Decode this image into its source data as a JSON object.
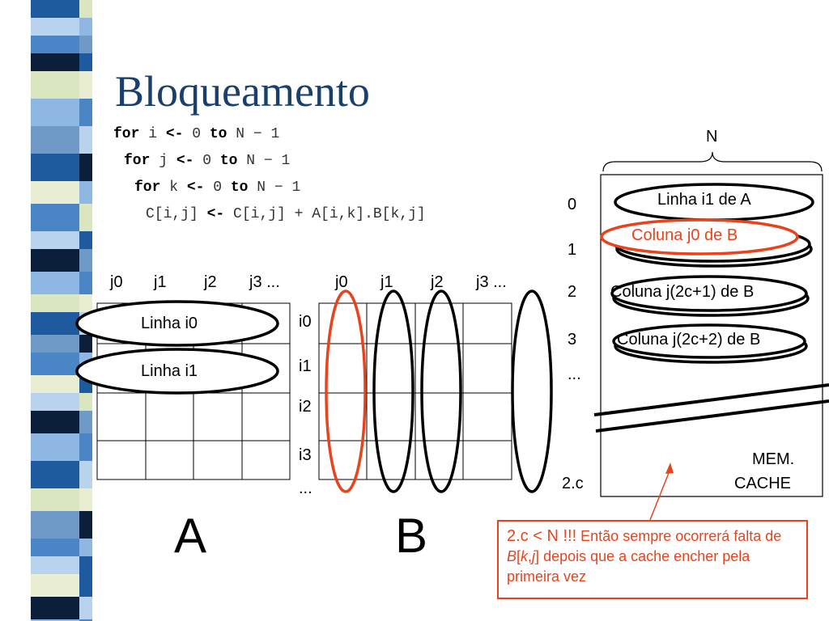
{
  "title": "Bloqueamento",
  "code": {
    "line1": [
      "for",
      " i ",
      "<-",
      " 0 ",
      "to",
      " N − 1"
    ],
    "line2": [
      "for",
      " j ",
      "<-",
      " 0 ",
      "to",
      " N − 1"
    ],
    "line3": [
      "for",
      " k ",
      "<-",
      " 0 ",
      "to",
      " N − 1"
    ],
    "line4": [
      "C[i,j] ",
      "<-",
      " C[i,j] + A[i,k].B[k,j]"
    ]
  },
  "matrix_a": {
    "name": "A",
    "col_labels": [
      "j0",
      "j1",
      "j2",
      "j3 ..."
    ],
    "row_highlights": [
      "Linha i0",
      "Linha i1"
    ]
  },
  "matrix_b": {
    "name": "B",
    "col_labels": [
      "j0",
      "j1",
      "j2",
      "j3 ..."
    ],
    "row_labels": [
      "i0",
      "i1",
      "i2",
      "i3",
      "..."
    ]
  },
  "cache": {
    "width_label": "N",
    "row_indices": [
      "0",
      "1",
      "2",
      "3",
      "...",
      "2.c"
    ],
    "lines": [
      {
        "text": "Linha i1 de A",
        "color": "#000000"
      },
      {
        "text": "Coluna j0 de B",
        "color": "#e8431d"
      },
      {
        "text": "Coluna j(2c+1) de B",
        "color": "#000000"
      },
      {
        "text": "Coluna j(2c+2) de B",
        "color": "#000000"
      }
    ],
    "label_1": "MEM.",
    "label_2": "CACHE"
  },
  "note": {
    "lead": "2.c < N !!!",
    "rest": " Então sempre ocorrerá falta de ",
    "b": "B",
    "bracket_open": "[",
    "k": "k",
    "comma": ",",
    "j": "j",
    "bracket_close": "]",
    "tail": " depois que a cache encher pela primeira vez"
  },
  "colors": {
    "title": "#1b3f6b",
    "highlight": "#e8431d",
    "stripe": [
      "#1e5b9e",
      "#4a86c6",
      "#8fb7e3",
      "#b9d3ee",
      "#d9e6c0",
      "#0b1e3a",
      "#6f9ac8",
      "#e9edd2"
    ]
  }
}
